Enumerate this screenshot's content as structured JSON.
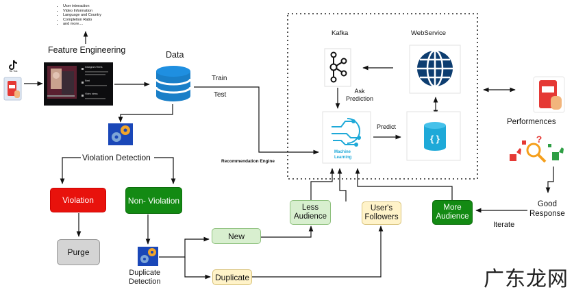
{
  "feature_engineering": {
    "bullets": [
      "User interaction",
      "Video Information",
      "Language and Country",
      "Completion Ratio",
      "and more...."
    ],
    "label": "Feature Engineering"
  },
  "tiktok": {
    "label": "Tik Tok"
  },
  "data": {
    "label": "Data",
    "train": "Train",
    "test": "Test"
  },
  "screenshot_panel": {
    "items": [
      "Instagram Reels",
      "Reel",
      "Video views"
    ]
  },
  "violation_detection": {
    "label": "Violation Detection"
  },
  "violation": {
    "label": "Violation"
  },
  "non_violation": {
    "label": "Non- Violation"
  },
  "purge": {
    "label": "Purge"
  },
  "duplicate_detection": {
    "label": "Duplicate\nDetection"
  },
  "new": {
    "label": "New"
  },
  "duplicate": {
    "label": "Duplicate"
  },
  "recommendation_engine": {
    "label": "Recommendation Engine"
  },
  "kafka": {
    "label": "Kafka"
  },
  "webservice": {
    "label": "WebService"
  },
  "ask_prediction": {
    "label": "Ask\nPrediction"
  },
  "predict": {
    "label": "Predict"
  },
  "machine_learning": {
    "line1": "Machine",
    "line2": "Learning"
  },
  "less_audience": {
    "label": "Less\nAudience"
  },
  "users_followers": {
    "label": "User's\nFollowers"
  },
  "more_audience": {
    "label": "More\nAudience"
  },
  "performences": {
    "label": "Performences"
  },
  "good_response": {
    "label": "Good\nResponse"
  },
  "iterate": {
    "label": "Iterate"
  },
  "watermark": {
    "label": "广东龙网"
  },
  "colors": {
    "violation_red": "#e8120c",
    "non_violation_green": "#138a13",
    "purge_gray": "#d4d4d4",
    "new_green": "#d8efcf",
    "duplicate_yellow": "#fff3c9",
    "database_blue": "#1a7fc8",
    "globe_navy": "#0d3d70",
    "ml_cyan": "#1ea9d8"
  }
}
